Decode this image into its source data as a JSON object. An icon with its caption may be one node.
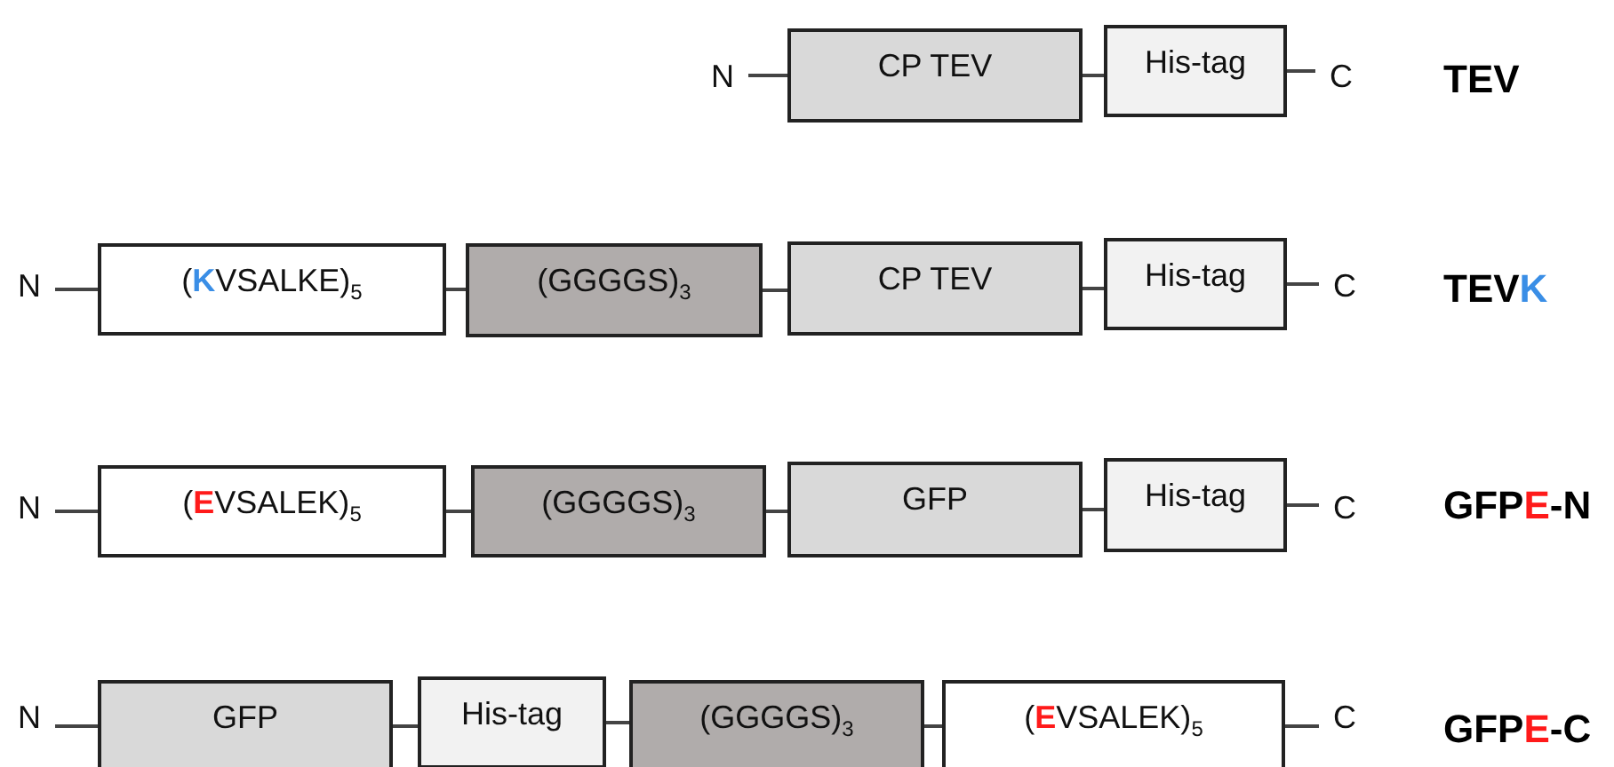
{
  "diagram": {
    "nodes": [
      {
        "text": [
          "N"
        ]
      },
      {
        "text": [
          "CP TEV"
        ]
      },
      {
        "text": [
          "His-tag"
        ]
      },
      {
        "text": [
          "C"
        ]
      },
      {
        "text": [
          "N"
        ]
      },
      {
        "text": [
          "(**K**VSALKE)$_{5}$"
        ]
      },
      {
        "text": [
          "(GGGGS)$_{3}$"
        ]
      },
      {
        "text": [
          "CP TEV"
        ]
      },
      {
        "text": [
          "His-tag"
        ]
      },
      {
        "text": [
          "C"
        ]
      },
      {
        "text": [
          "N"
        ]
      },
      {
        "text": [
          "(**E**VSALEK)$_{5}$"
        ]
      },
      {
        "text": [
          "(GGGGS)$_{3}$"
        ]
      },
      {
        "text": [
          "GFP"
        ]
      },
      {
        "text": [
          "His-tag"
        ]
      },
      {
        "text": [
          "C"
        ]
      },
      {
        "text": [
          "N"
        ]
      },
      {
        "text": [
          "GFP"
        ]
      },
      {
        "text": [
          "His-tag"
        ]
      },
      {
        "text": [
          "(GGGGS)$_{3}$"
        ]
      },
      {
        "text": [
          "(**E**VSALEK)$_{5}$"
        ]
      },
      {
        "text": [
          "C"
        ]
      }
    ],
    "edges": [
      {
        "from": 0,
        "to": 1,
        "arrow": "none"
      },
      {
        "from": 1,
        "to": 2,
        "arrow": "none"
      },
      {
        "from": 2,
        "to": 3,
        "arrow": "none"
      },
      {
        "from": 4,
        "to": 5,
        "arrow": "none"
      },
      {
        "from": 5,
        "to": 6,
        "arrow": "none"
      },
      {
        "from": 6,
        "to": 7,
        "arrow": "none"
      },
      {
        "from": 7,
        "to": 8,
        "arrow": "none"
      },
      {
        "from": 8,
        "to": 9,
        "arrow": "none"
      },
      {
        "from": 10,
        "to": 11,
        "arrow": "none"
      },
      {
        "from": 11,
        "to": 12,
        "arrow": "none"
      },
      {
        "from": 12,
        "to": 13,
        "arrow": "none"
      },
      {
        "from": 13,
        "to": 14,
        "arrow": "none"
      },
      {
        "from": 14,
        "to": 15,
        "arrow": "none"
      },
      {
        "from": 16,
        "to": 17,
        "arrow": "none"
      },
      {
        "from": 17,
        "to": 18,
        "arrow": "none"
      },
      {
        "from": 18,
        "to": 19,
        "arrow": "none"
      },
      {
        "from": 19,
        "to": 20,
        "arrow": "none"
      },
      {
        "from": 20,
        "to": 21,
        "arrow": "none"
      }
    ],
    "labels": [
      "TEV",
      "TEV**K**",
      "GFP**E**-N",
      "GFP**E**-C"
    ]
  }
}
